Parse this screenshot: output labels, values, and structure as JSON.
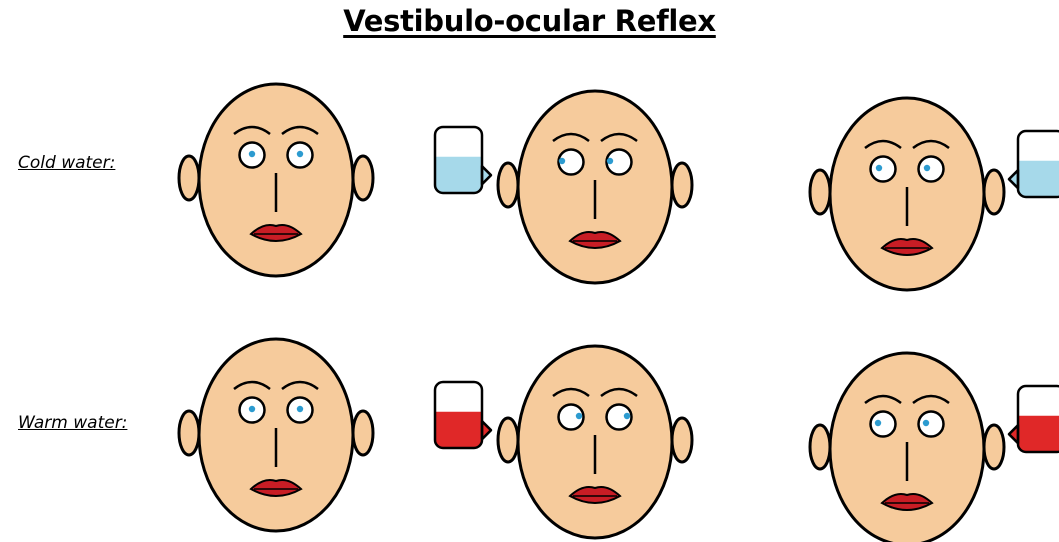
{
  "title": "Vestibulo-ocular Reflex",
  "rows": [
    {
      "label": "Cold water:",
      "water_color": "#a6d9ea"
    },
    {
      "label": "Warm water:",
      "water_color": "#e02828"
    }
  ],
  "colors": {
    "skin": "#f6cb9c",
    "lips": "#c81d25",
    "iris": "#2c9bd0",
    "outline": "#000000"
  }
}
